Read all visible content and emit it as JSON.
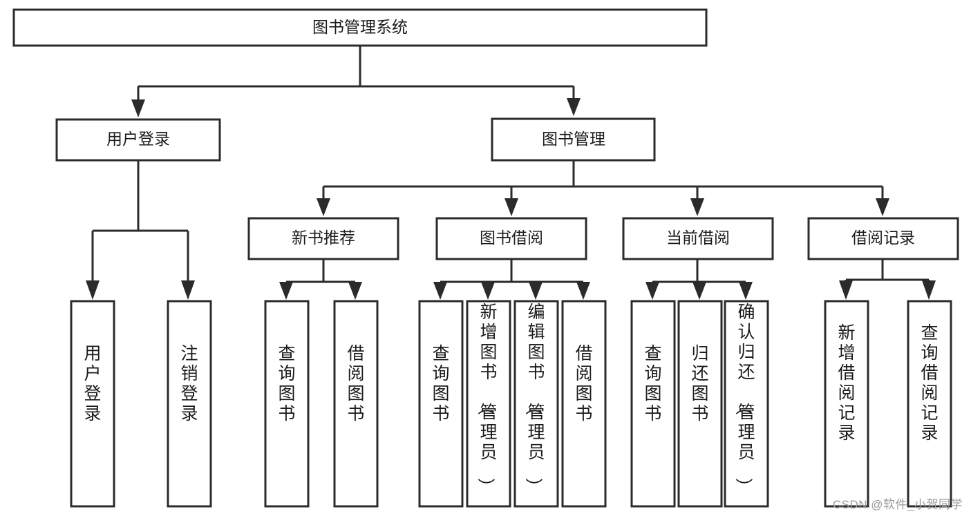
{
  "diagram": {
    "type": "tree",
    "title_node": "图书管理系统",
    "orientation": "top-down",
    "colors": {
      "background": "#ffffff",
      "box_fill": "#ffffff",
      "box_border": "#2b2b2b",
      "text": "#1b1b1b",
      "watermark": "#9a9a9a"
    },
    "root": {
      "label": "图书管理系统"
    },
    "level2": [
      {
        "id": "user-login",
        "label": "用户登录"
      },
      {
        "id": "book-manage",
        "label": "图书管理"
      }
    ],
    "level3": [
      {
        "id": "new-book-recommend",
        "label": "新书推荐",
        "parent": "book-manage"
      },
      {
        "id": "book-borrow",
        "label": "图书借阅",
        "parent": "book-manage"
      },
      {
        "id": "current-borrow",
        "label": "当前借阅",
        "parent": "book-manage"
      },
      {
        "id": "borrow-record",
        "label": "借阅记录",
        "parent": "book-manage"
      }
    ],
    "leaves": {
      "user_login": [
        {
          "id": "leaf-user-login",
          "label": "用户登录"
        },
        {
          "id": "leaf-logout-login",
          "label": "注销登录"
        }
      ],
      "new_book_recommend": [
        {
          "id": "leaf-query-book-1",
          "label": "查询图书"
        },
        {
          "id": "leaf-borrow-book-1",
          "label": "借阅图书"
        }
      ],
      "book_borrow": [
        {
          "id": "leaf-query-book-2",
          "label": "查询图书"
        },
        {
          "id": "leaf-add-book",
          "label": "新增图书（管理员）"
        },
        {
          "id": "leaf-edit-book",
          "label": "编辑图书（管理员）"
        },
        {
          "id": "leaf-borrow-book-2",
          "label": "借阅图书"
        }
      ],
      "current_borrow": [
        {
          "id": "leaf-query-book-3",
          "label": "查询图书"
        },
        {
          "id": "leaf-return-book",
          "label": "归还图书"
        },
        {
          "id": "leaf-confirm-return",
          "label": "确认归还（管理员）"
        }
      ],
      "borrow_record": [
        {
          "id": "leaf-add-record",
          "label": "新增借阅记录"
        },
        {
          "id": "leaf-query-record",
          "label": "查询借阅记录"
        }
      ]
    }
  },
  "watermark": {
    "text": "CSDN @软件_小贺同学"
  }
}
